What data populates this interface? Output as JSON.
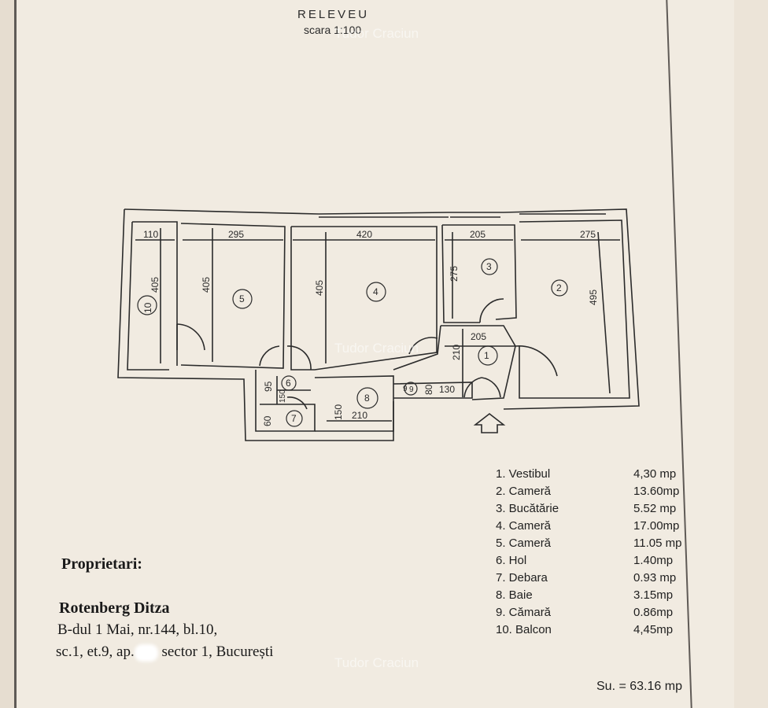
{
  "header": {
    "title": "RELEVEU",
    "scale": "scara 1:100"
  },
  "watermark": "Tudor Craciun",
  "plan": {
    "dimensions": [
      "110",
      "295",
      "420",
      "205",
      "275",
      "405",
      "405",
      "405",
      "275",
      "495",
      "205",
      "210",
      "95",
      "150",
      "60",
      "150",
      "210",
      "130",
      "80",
      "9"
    ],
    "rooms": [
      "1",
      "2",
      "3",
      "4",
      "5",
      "6",
      "7",
      "8",
      "9",
      "10"
    ]
  },
  "legend": [
    {
      "name": "1. Vestibul",
      "area": "4,30 mp"
    },
    {
      "name": "2. Cameră",
      "area": "13.60mp"
    },
    {
      "name": "3. Bucătărie",
      "area": "5.52 mp"
    },
    {
      "name": "4. Cameră",
      "area": "17.00mp"
    },
    {
      "name": "5. Cameră",
      "area": "11.05 mp"
    },
    {
      "name": "6. Hol",
      "area": "1.40mp"
    },
    {
      "name": "7. Debara",
      "area": "0.93 mp"
    },
    {
      "name": "8. Baie",
      "area": "3.15mp"
    },
    {
      "name": "9. Cămară",
      "area": "0.86mp"
    },
    {
      "name": "10. Balcon",
      "area": "4,45mp"
    }
  ],
  "total": "Su. = 63.16 mp",
  "owners": {
    "label": "Proprietari:",
    "name": "Rotenberg Ditza",
    "address_line1": "B-dul 1 Mai, nr.144, bl.10,",
    "address_line2_prefix": "sc.1, et.9, ap.",
    "address_line2_suffix": " sector 1, București"
  }
}
